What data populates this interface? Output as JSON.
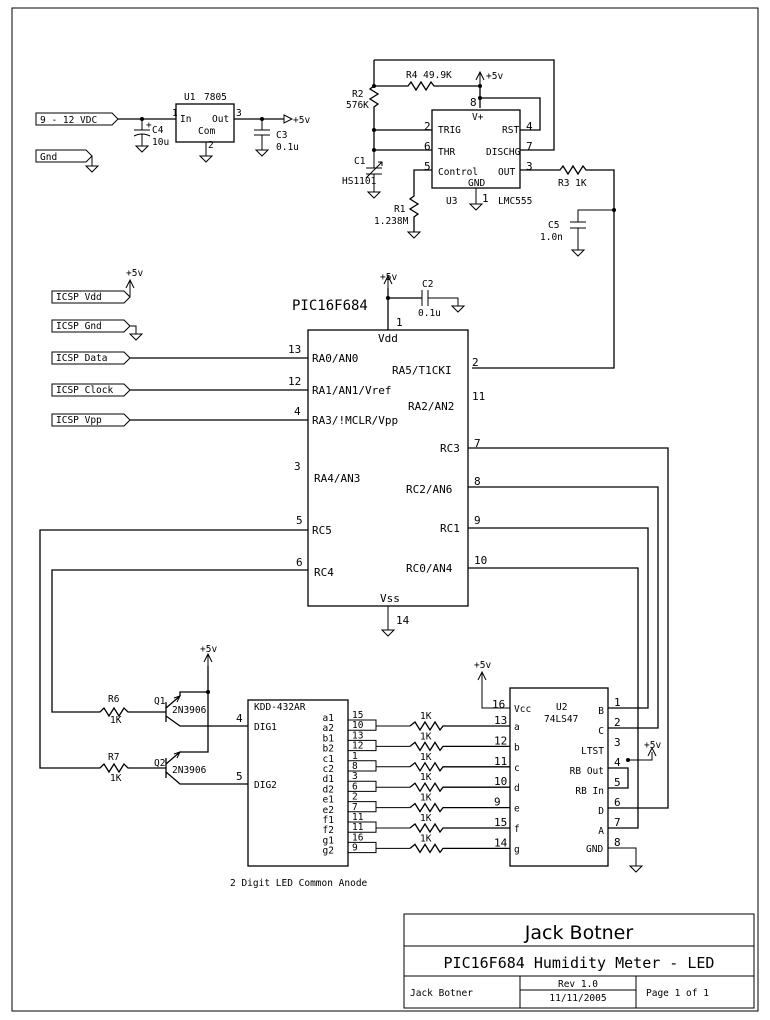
{
  "border": true,
  "power": {
    "input_label": "9 - 12 VDC",
    "gnd_label": "Gnd",
    "vplus": "+5v"
  },
  "u1": {
    "ref": "U1",
    "part": "7805",
    "pin_in": "In",
    "pin_out": "Out",
    "pin_com": "Com",
    "pin1": "1",
    "pin2": "2",
    "pin3": "3"
  },
  "c4": {
    "ref": "C4",
    "value": "10u",
    "polarity": "+"
  },
  "c3": {
    "ref": "C3",
    "value": "0.1u"
  },
  "timer": {
    "r2_ref": "R2",
    "r2_val": "576K",
    "r4": "R4 49.9K",
    "c1_ref": "C1",
    "c1_val": "HS1101",
    "r1_ref": "R1",
    "r1_val": "1.238M",
    "r3": "R3 1K",
    "c5_ref": "C5",
    "c5_val": "1.0n",
    "u3_ref": "U3",
    "u3_part": "LMC555",
    "pins": {
      "trig": "TRIG",
      "thr": "THR",
      "control": "Control",
      "gnd": "GND",
      "vplus": "V+",
      "rst": "RST",
      "dischg": "DISCHG",
      "out": "OUT",
      "n8": "8",
      "n2": "2",
      "n6": "6",
      "n5": "5",
      "n1": "1",
      "n4": "4",
      "n7": "7",
      "n3": "3"
    }
  },
  "icsp": [
    "ICSP Vdd",
    "ICSP Gnd",
    "ICSP Data",
    "ICSP Clock",
    "ICSP Vpp"
  ],
  "mcu": {
    "name": "PIC16F684",
    "vdd": "Vdd",
    "vss": "Vss",
    "c2_ref": "C2",
    "c2_val": "0.1u",
    "left_pins": [
      {
        "num": "13",
        "label": "RA0/AN0"
      },
      {
        "num": "12",
        "label": "RA1/AN1/Vref"
      },
      {
        "num": "4",
        "label": "RA3/!MCLR/Vpp"
      },
      {
        "num": "3",
        "label": "RA4/AN3"
      },
      {
        "num": "5",
        "label": "RC5"
      },
      {
        "num": "6",
        "label": "RC4"
      }
    ],
    "right_pins": [
      {
        "num": "2",
        "label": "RA5/T1CKI"
      },
      {
        "num": "11",
        "label": "RA2/AN2"
      },
      {
        "num": "7",
        "label": "RC3"
      },
      {
        "num": "8",
        "label": "RC2/AN6"
      },
      {
        "num": "9",
        "label": "RC1"
      },
      {
        "num": "10",
        "label": "RC0/AN4"
      }
    ],
    "pin_vdd": "1",
    "pin_vss": "14"
  },
  "transistors": {
    "r6_ref": "R6",
    "r6_val": "1K",
    "r7_ref": "R7",
    "r7_val": "1K",
    "q1": "Q1",
    "q2": "Q2",
    "part": "2N3906"
  },
  "display": {
    "part": "KDD-432AR",
    "dig1": "DIG1",
    "dig2": "DIG2",
    "dig1_pin": "4",
    "dig2_pin": "5",
    "caption": "2 Digit LED Common Anode",
    "segments": [
      {
        "label": "a1",
        "num": "15"
      },
      {
        "label": "a2",
        "num": "10"
      },
      {
        "label": "b1",
        "num": "13"
      },
      {
        "label": "b2",
        "num": "12"
      },
      {
        "label": "c1",
        "num": "1"
      },
      {
        "label": "c2",
        "num": "8"
      },
      {
        "label": "d1",
        "num": "3"
      },
      {
        "label": "d2",
        "num": "6"
      },
      {
        "label": "e1",
        "num": "2"
      },
      {
        "label": "e2",
        "num": "7"
      },
      {
        "label": "f1",
        "num": "11"
      },
      {
        "label": "f2",
        "num": "11"
      },
      {
        "label": "g1",
        "num": "16"
      },
      {
        "label": "g2",
        "num": "9"
      }
    ],
    "resistor_val": "1K"
  },
  "decoder": {
    "ref": "U2",
    "part": "74LS47",
    "vcc": "Vcc",
    "vcc_pin": "16",
    "gnd": "GND",
    "gnd_pin": "8",
    "left_pins": [
      {
        "num": "13",
        "label": "a"
      },
      {
        "num": "12",
        "label": "b"
      },
      {
        "num": "11",
        "label": "c"
      },
      {
        "num": "10",
        "label": "d"
      },
      {
        "num": "9",
        "label": "e"
      },
      {
        "num": "15",
        "label": "f"
      },
      {
        "num": "14",
        "label": "g"
      }
    ],
    "right_pins": [
      {
        "num": "1",
        "label": "B"
      },
      {
        "num": "2",
        "label": "C"
      },
      {
        "num": "3",
        "label": "LTST"
      },
      {
        "num": "4",
        "label": "RB Out"
      },
      {
        "num": "5",
        "label": "RB In"
      },
      {
        "num": "6",
        "label": "D"
      },
      {
        "num": "7",
        "label": "A"
      }
    ]
  },
  "titleblock": {
    "author_big": "Jack Botner",
    "title": "PIC16F684 Humidity Meter - LED",
    "author_small": "Jack Botner",
    "rev": "Rev 1.0",
    "date": "11/11/2005",
    "page": "Page 1 of 1"
  }
}
